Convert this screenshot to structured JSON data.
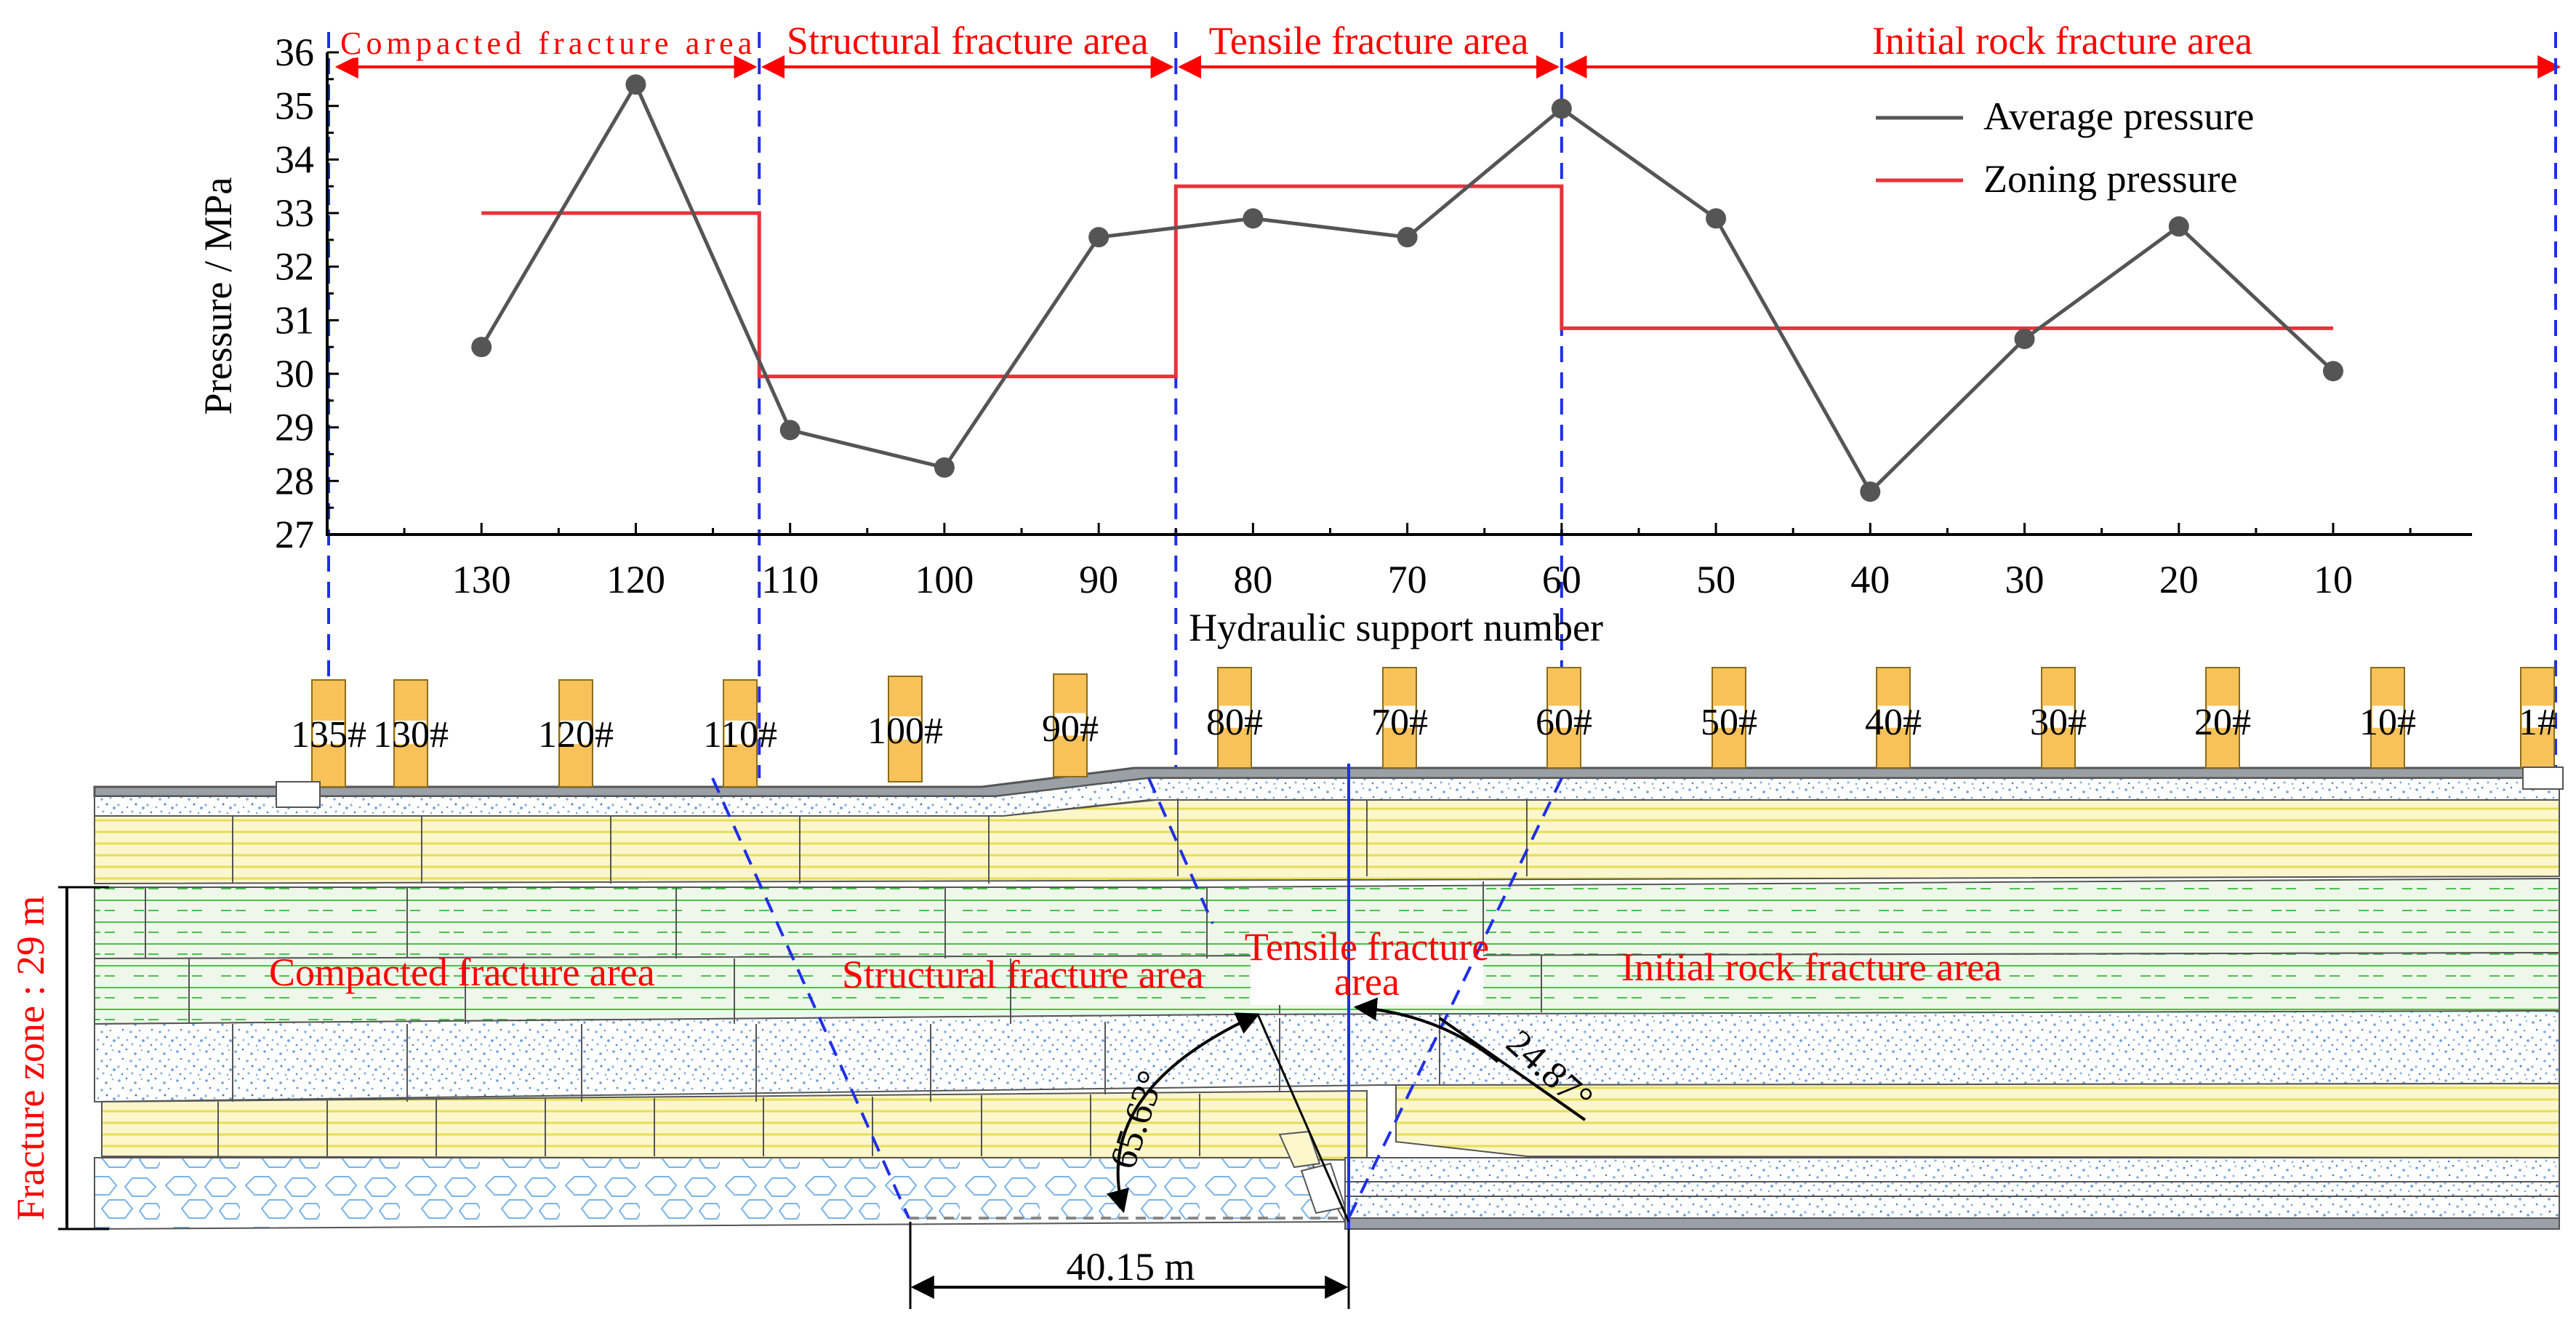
{
  "chart_data": {
    "type": "line",
    "title": "",
    "xlabel": "Hydraulic support number",
    "ylabel": "Pressure / MPa",
    "ylim": [
      27,
      36
    ],
    "yticks": [
      27,
      28,
      29,
      30,
      31,
      32,
      33,
      34,
      35,
      36
    ],
    "xlim": [
      140,
      1
    ],
    "xaxis_reversed": true,
    "xticks": [
      130,
      120,
      110,
      100,
      90,
      80,
      70,
      60,
      50,
      40,
      30,
      20,
      10
    ],
    "grid": false,
    "legend_position": "top-right",
    "series": [
      {
        "name": "Average pressure",
        "color": "#555555",
        "marker": "circle",
        "x": [
          130,
          120,
          110,
          100,
          90,
          80,
          70,
          60,
          50,
          40,
          30,
          20,
          10
        ],
        "y": [
          30.5,
          35.4,
          28.95,
          28.25,
          32.55,
          32.9,
          32.55,
          34.95,
          32.9,
          27.8,
          30.65,
          32.75,
          30.05
        ]
      },
      {
        "name": "Zoning pressure",
        "color": "#e8323a",
        "type": "step",
        "segments": [
          {
            "x_from": 130,
            "x_to": 112,
            "y": 33.0
          },
          {
            "x_from": 112,
            "x_to": 85,
            "y": 29.95
          },
          {
            "x_from": 85,
            "x_to": 60,
            "y": 33.5
          },
          {
            "x_from": 60,
            "x_to": 10,
            "y": 30.85
          }
        ]
      }
    ],
    "zones": [
      {
        "label": "Compacted fracture  area",
        "x_from": 140,
        "x_to": 112
      },
      {
        "label": "Structural fracture  area",
        "x_from": 112,
        "x_to": 85
      },
      {
        "label": "Tensile fracture  area",
        "x_from": 85,
        "x_to": 60
      },
      {
        "label": "Initial rock fracture  area",
        "x_from": 60,
        "x_to": 1
      }
    ]
  },
  "schematic": {
    "support_labels": [
      "135#",
      "130#",
      "120#",
      "110#",
      "100#",
      "90#",
      "80#",
      "70#",
      "60#",
      "50#",
      "40#",
      "30#",
      "20#",
      "10#",
      "1#"
    ],
    "zone_labels": {
      "compacted": "Compacted fracture area",
      "structural": "Structural fracture area",
      "tensile_line1": "Tensile fracture",
      "tensile_line2": "area",
      "initial": "Initial rock fracture area"
    },
    "fracture_zone_label": "Fracture zone : 29 m",
    "angle_left": "65.63°",
    "angle_right": "24.87°",
    "distance_label": "40.15 m",
    "colors": {
      "coal_yellow": "#fbf6cc",
      "coal_lines": "#e8e25a",
      "mudstone_green": "#e6f3e1",
      "mudstone_lines": "#49c24c",
      "sandstone_dots": "#6fa0d8",
      "support_orange": "#f7c25a",
      "zone_red": "#ff0000",
      "boundary_blue": "#1f2fe8"
    }
  }
}
